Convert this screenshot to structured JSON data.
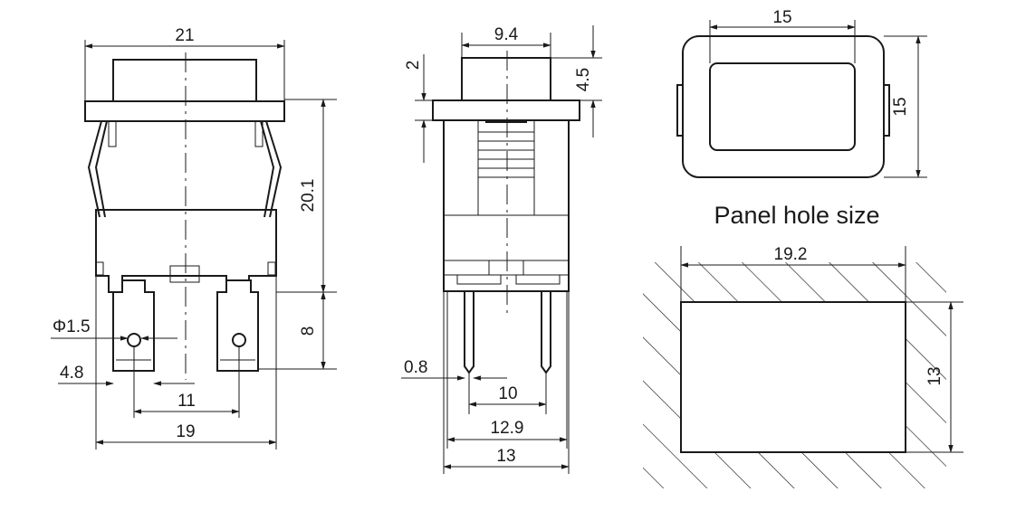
{
  "colors": {
    "ink": "#1a1a1a",
    "paper": "#ffffff"
  },
  "front_view": {
    "d_top_width": "21",
    "d_height_body": "20.1",
    "d_terminal_height": "8",
    "d_hole_dia": "Φ1.5",
    "d_tab_width": "4.8",
    "d_terminal_pitch": "11",
    "d_body_width": "19"
  },
  "side_view": {
    "d_button_width": "9.4",
    "d_flange_thickness": "2",
    "d_button_height": "4.5",
    "d_pin_thickness": "0.8",
    "d_pin_pitch": "10",
    "d_body_width_inner": "12.9",
    "d_body_width_outer": "13"
  },
  "top_view": {
    "d_width": "15",
    "d_height": "15"
  },
  "panel_hole": {
    "title": "Panel hole size",
    "d_width": "19.2",
    "d_height": "13"
  }
}
